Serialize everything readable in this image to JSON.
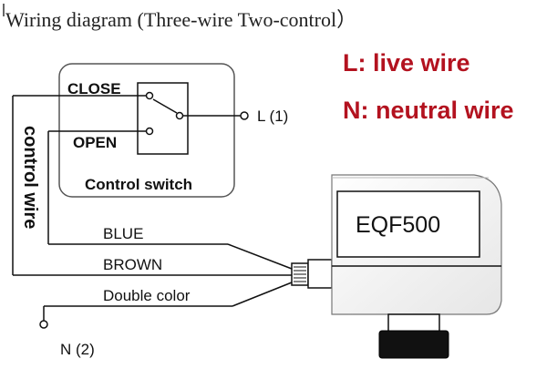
{
  "title": "Wiring diagram (Three-wire Two-control）",
  "legend": {
    "live": "L: live wire",
    "neutral": "N: neutral wire"
  },
  "switch": {
    "close_label": "CLOSE",
    "open_label": "OPEN",
    "caption": "Control switch"
  },
  "terminals": {
    "live": "L (1)",
    "neutral": "N (2)"
  },
  "side_label": "control wire",
  "wires": {
    "blue": "BLUE",
    "brown": "BROWN",
    "double": "Double color"
  },
  "device": {
    "model": "EQF500"
  }
}
